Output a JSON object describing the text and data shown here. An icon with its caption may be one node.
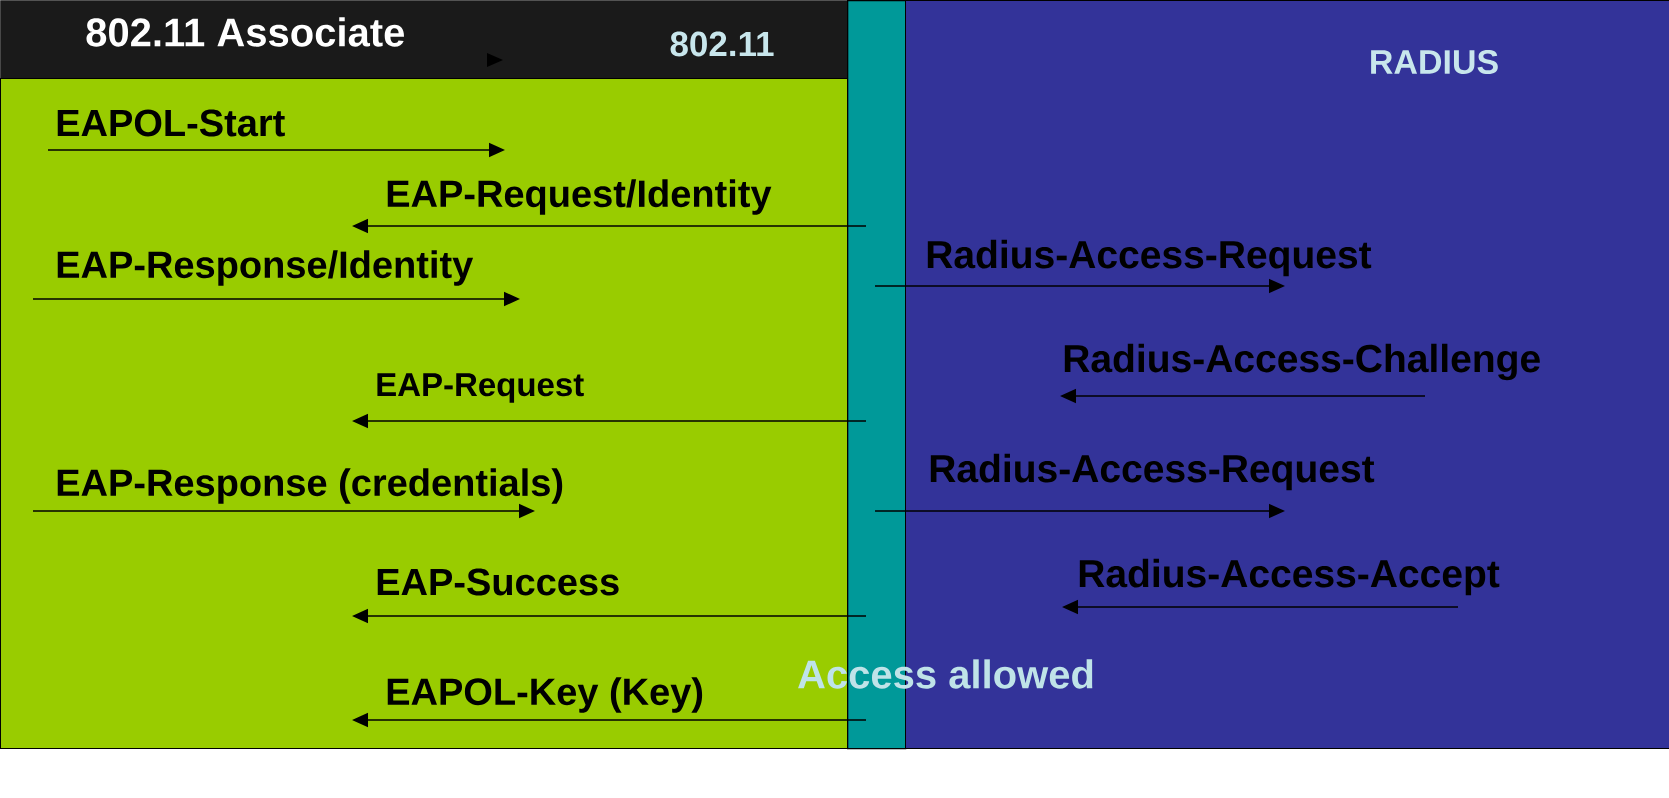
{
  "diagram": {
    "nodes": [
      {
        "text": [
          "802.11 Associate"
        ]
      },
      {
        "text": [],
        "shape": "box"
      },
      {
        "text": [],
        "shape": "bar"
      },
      {
        "text": [],
        "shape": "box"
      }
    ],
    "edges": [
      {
        "from": 1,
        "to": null,
        "arrow": "to",
        "label": "EAPOL-Start"
      },
      {
        "from": 2,
        "to": 1,
        "arrow": "to",
        "label": "EAP-Request/Identity"
      },
      {
        "from": 1,
        "to": null,
        "arrow": "to",
        "label": "EAP-Response/Identity"
      },
      {
        "from": 2,
        "to": 3,
        "arrow": "to",
        "label": "Radius-Access-Request"
      },
      {
        "from": 3,
        "to": null,
        "arrow": "to",
        "label": "Radius-Access-Challenge"
      },
      {
        "from": 2,
        "to": 1,
        "arrow": "to",
        "label": "EAP-Request"
      },
      {
        "from": 1,
        "to": null,
        "arrow": "to",
        "label": "EAP-Response (credentials)"
      },
      {
        "from": 2,
        "to": 3,
        "arrow": "to",
        "label": "Radius-Access-Request"
      },
      {
        "from": 3,
        "to": null,
        "arrow": "to",
        "label": "Radius-Access-Accept"
      },
      {
        "from": 2,
        "to": 1,
        "arrow": "to",
        "label": "EAP-Success"
      },
      {
        "from": 2,
        "to": 1,
        "arrow": "to",
        "label": "EAPOL-Key (Key)"
      }
    ],
    "labels": [
      "802.11",
      "RADIUS",
      "Access allowed"
    ]
  }
}
